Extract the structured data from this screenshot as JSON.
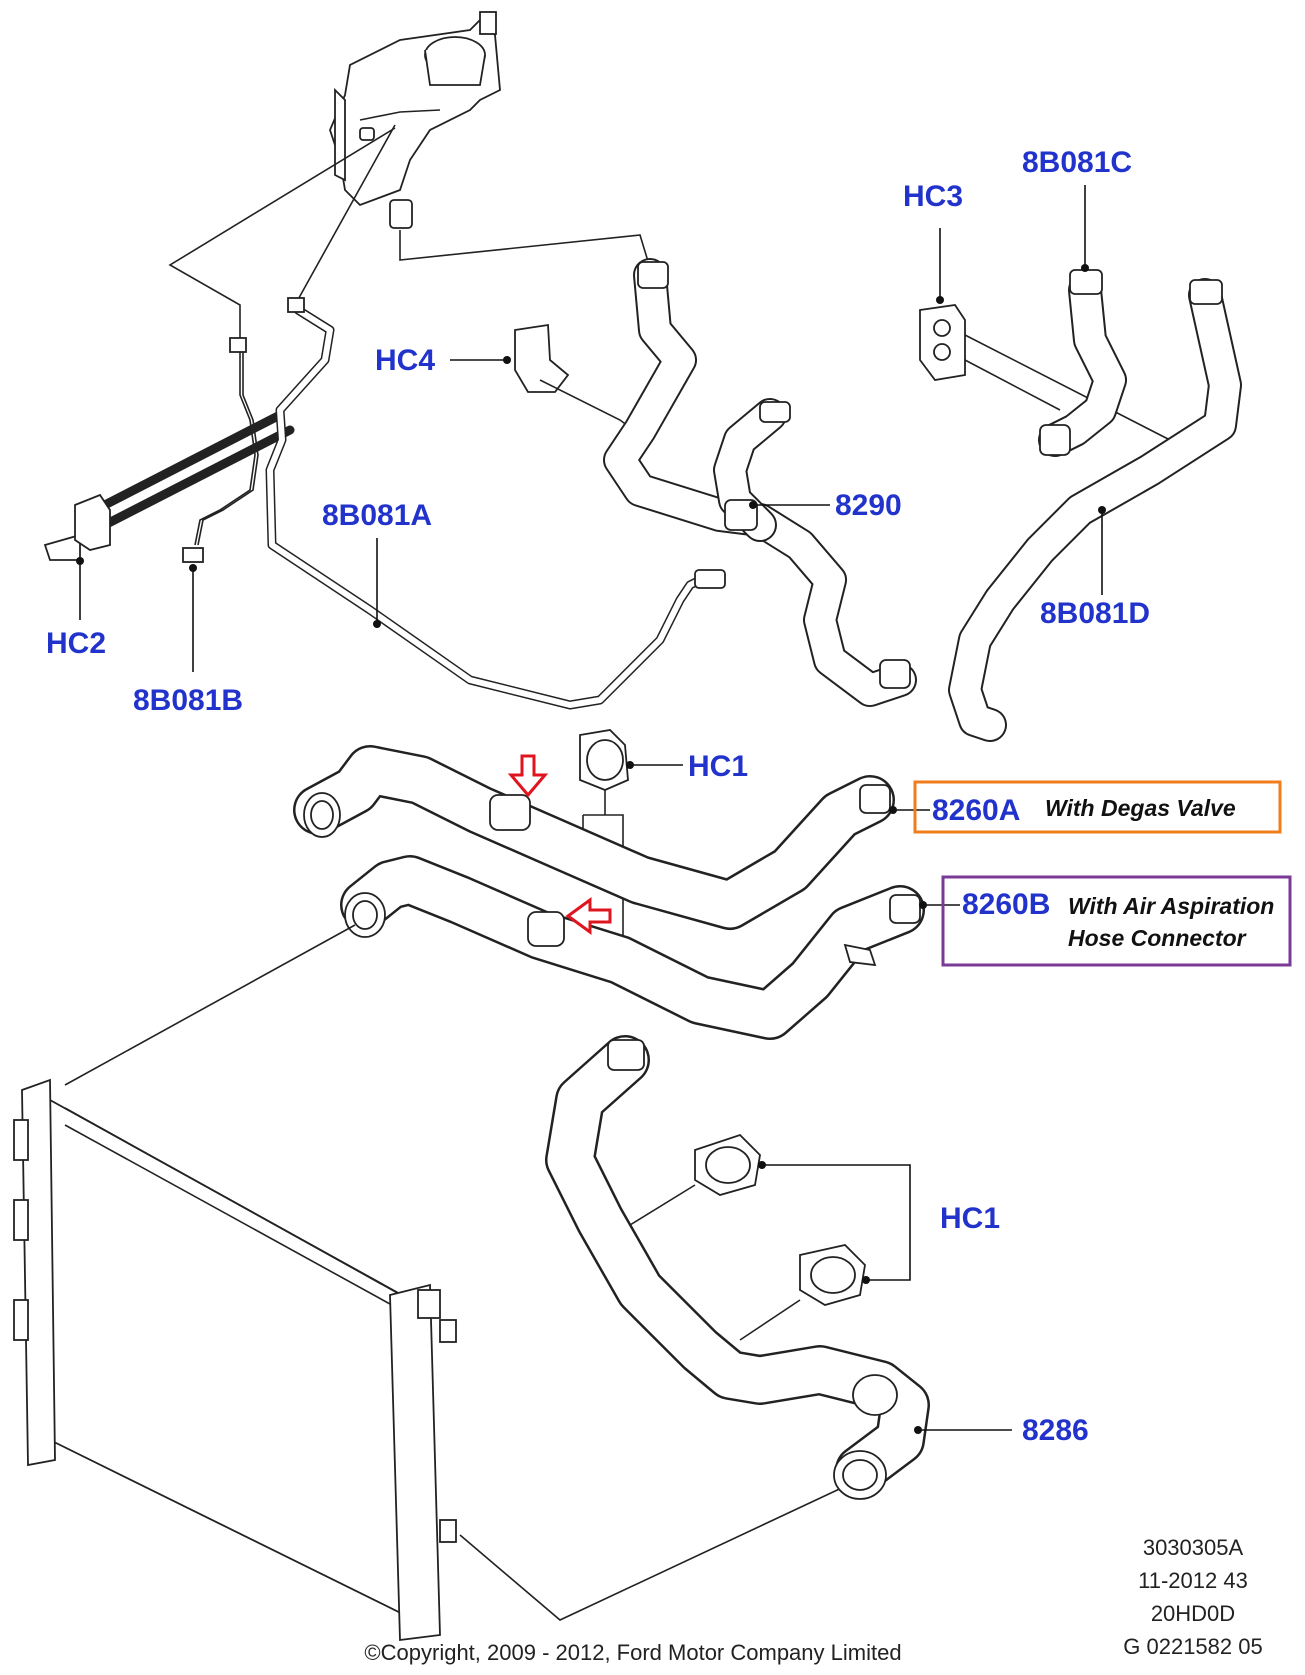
{
  "labels": {
    "hc3": "HC3",
    "b081c": "8B081C",
    "hc4": "HC4",
    "b081a": "8B081A",
    "p8290": "8290",
    "hc2": "HC2",
    "b081b": "8B081B",
    "b081d": "8B081D",
    "hc1_top": "HC1",
    "p8260a": "8260A",
    "p8260b": "8260B",
    "hc1_bottom": "HC1",
    "p8286": "8286"
  },
  "callouts": {
    "a_text": "With Degas Valve",
    "a_color": "#f07c1c",
    "b_line1": "With Air Aspiration",
    "b_line2": "Hose Connector",
    "b_color": "#7a3a96",
    "arrow_color": "#e0141e"
  },
  "reference": {
    "line1": "3030305A",
    "line2": "11-2012 43",
    "line3": "20HD0D",
    "line4": "G 0221582 05"
  },
  "copyright": "©Copyright, 2009 - 2012, Ford Motor Company Limited",
  "colors": {
    "label": "#2233cc",
    "line": "#222222"
  }
}
